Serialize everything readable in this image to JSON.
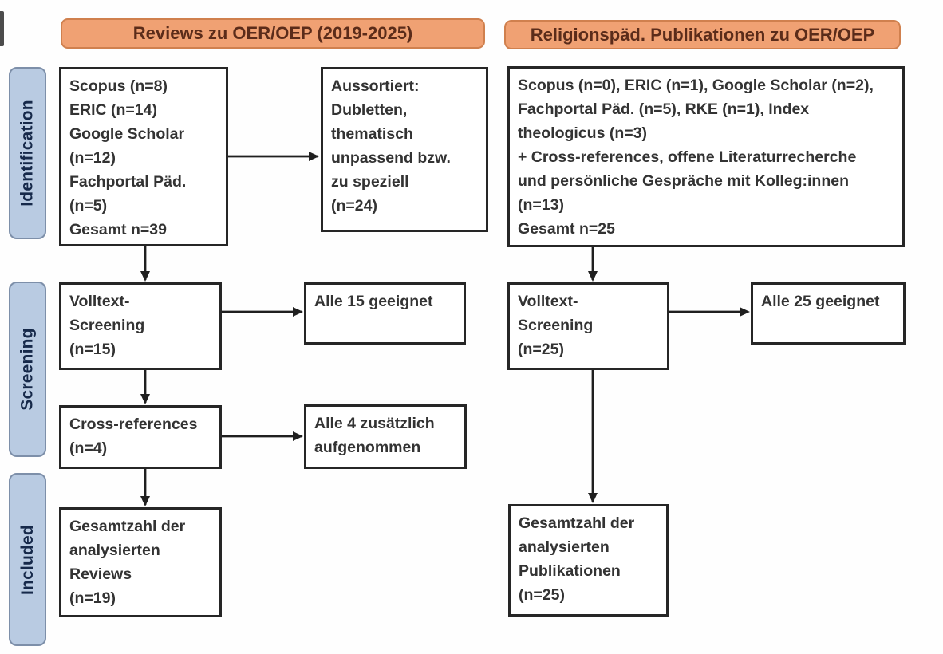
{
  "headers": {
    "left": "Reviews zu OER/OEP (2019-2025)",
    "right": "Religionspäd. Publikationen zu OER/OEP"
  },
  "stages": {
    "identification": "Identification",
    "screening": "Screening",
    "included": "Included"
  },
  "left_column": {
    "sources": "Scopus (n=8)\nERIC (n=14)\nGoogle Scholar\n(n=12)\nFachportal Päd.\n(n=5)\nGesamt n=39",
    "excluded": "Aussortiert:\nDubletten,\nthematisch\nunpassend bzw.\nzu speziell\n(n=24)",
    "fulltext": "Volltext-\nScreening\n(n=15)",
    "fulltext_result": "Alle 15 geeignet",
    "crossref": "Cross-references\n(n=4)",
    "crossref_result": "Alle 4 zusätzlich\naufgenommen",
    "total": "Gesamtzahl der\nanalysierten\nReviews\n(n=19)"
  },
  "right_column": {
    "sources": "Scopus (n=0), ERIC (n=1), Google Scholar (n=2),\nFachportal Päd. (n=5), RKE (n=1), Index\ntheologicus (n=3)\n+ Cross-references, offene Literaturrecherche\nund persönliche Gespräche mit Kolleg:innen\n(n=13)\nGesamt n=25",
    "fulltext": "Volltext-\nScreening\n(n=25)",
    "fulltext_result": "Alle 25 geeignet",
    "total": "Gesamtzahl der\nanalysierten\nPublikationen\n(n=25)"
  },
  "colors": {
    "header_fill": "#F0A173",
    "header_border": "#D0804E",
    "header_text": "#5B2C1A",
    "stage_fill": "#B9CBE2",
    "stage_border": "#7D8FA9",
    "stage_text": "#16294A",
    "box_border": "#262626",
    "box_text": "#333333",
    "arrow": "#1F1F1F"
  },
  "edges": [
    {
      "from": "sources-reviews",
      "to": "excluded-duplicates"
    },
    {
      "from": "sources-reviews",
      "to": "fulltext-screening-reviews"
    },
    {
      "from": "fulltext-screening-reviews",
      "to": "fulltext-result-reviews"
    },
    {
      "from": "fulltext-screening-reviews",
      "to": "crossref"
    },
    {
      "from": "crossref",
      "to": "crossref-result"
    },
    {
      "from": "crossref",
      "to": "total-reviews"
    },
    {
      "from": "sources-relpaed",
      "to": "fulltext-screening-relpaed"
    },
    {
      "from": "fulltext-screening-relpaed",
      "to": "fulltext-result-relpaed"
    },
    {
      "from": "fulltext-screening-relpaed",
      "to": "total-relpaed"
    }
  ]
}
